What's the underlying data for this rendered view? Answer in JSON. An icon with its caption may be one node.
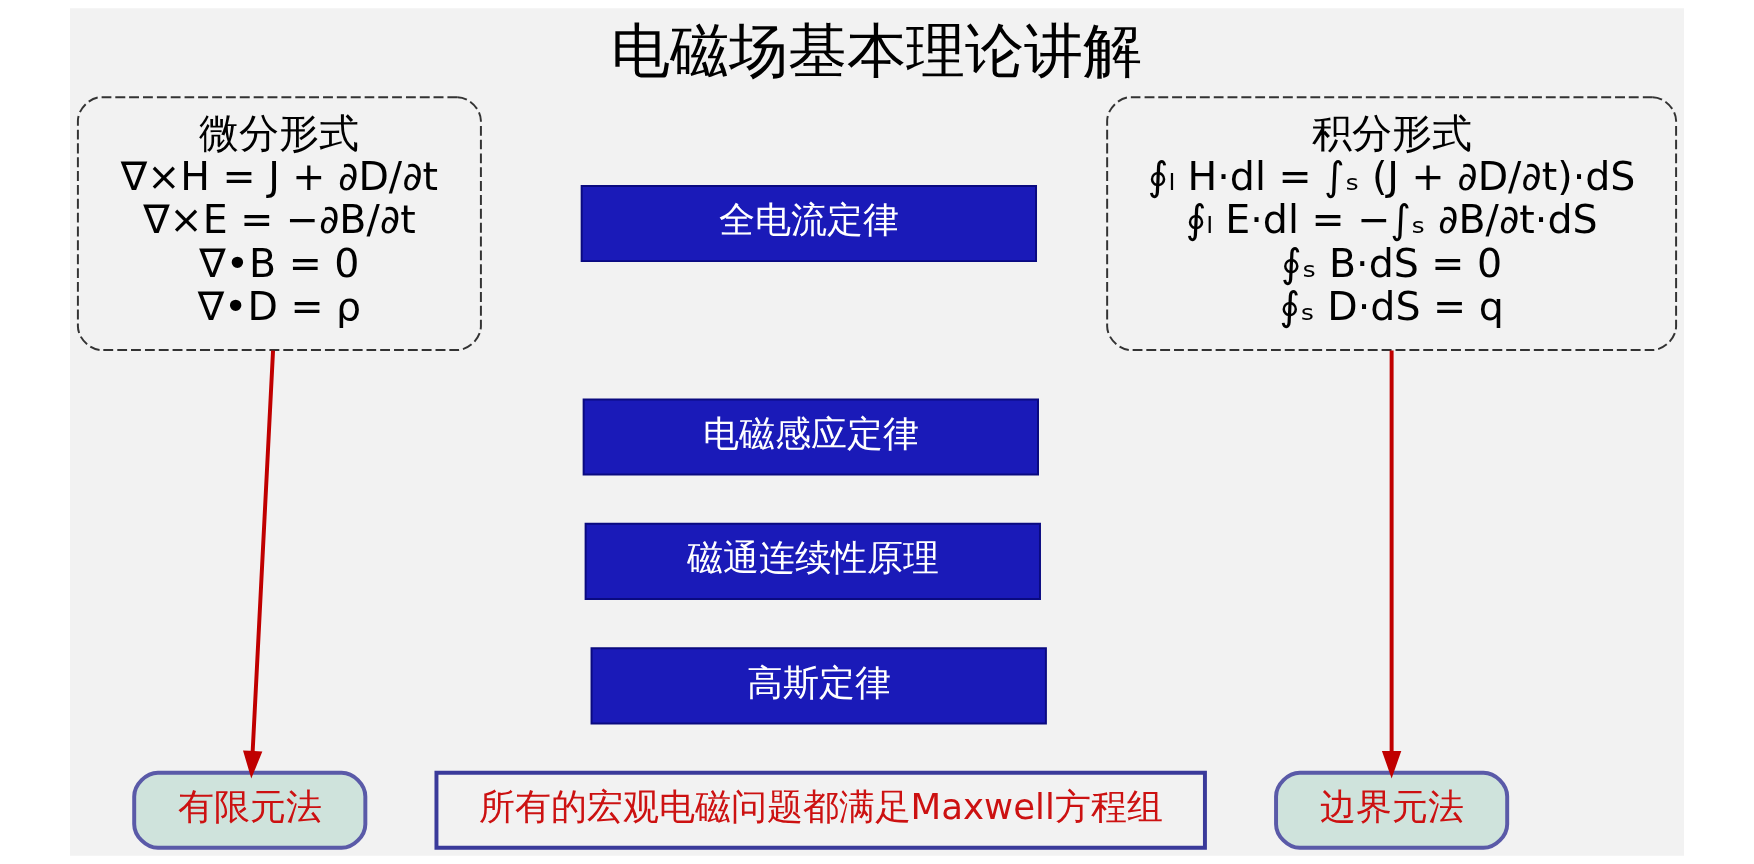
{
  "diagram": {
    "title": "电磁场基本理论讲解",
    "nodes": [
      {
        "text": [
          "微分形式",
          "∇×H = J + ∂D/∂t",
          "∇×E = −∂B/∂t",
          "∇•B = 0",
          "∇•D = ρ"
        ]
      },
      {
        "text": [
          "全电流定律"
        ]
      },
      {
        "text": [
          "电磁感应定律"
        ]
      },
      {
        "text": [
          "磁通连续性原理"
        ]
      },
      {
        "text": [
          "高斯定律"
        ]
      },
      {
        "text": [
          "积分形式",
          "∮ₗ H·dl = ∫ₛ (J + ∂D/∂t)·dS",
          "∮ₗ E·dl = −∫ₛ ∂B/∂t·dS",
          "∮ₛ B·dS = 0",
          "∮ₛ D·dS = q"
        ]
      },
      {
        "text": [
          "有限元法"
        ]
      },
      {
        "text": [
          "所有的宏观电磁问题都满足Maxwell方程组"
        ]
      },
      {
        "text": [
          "边界元法"
        ]
      }
    ],
    "edges": [
      {
        "from": 0,
        "to": 6,
        "arrow": "to"
      },
      {
        "from": 5,
        "to": 8,
        "arrow": "to"
      }
    ]
  }
}
